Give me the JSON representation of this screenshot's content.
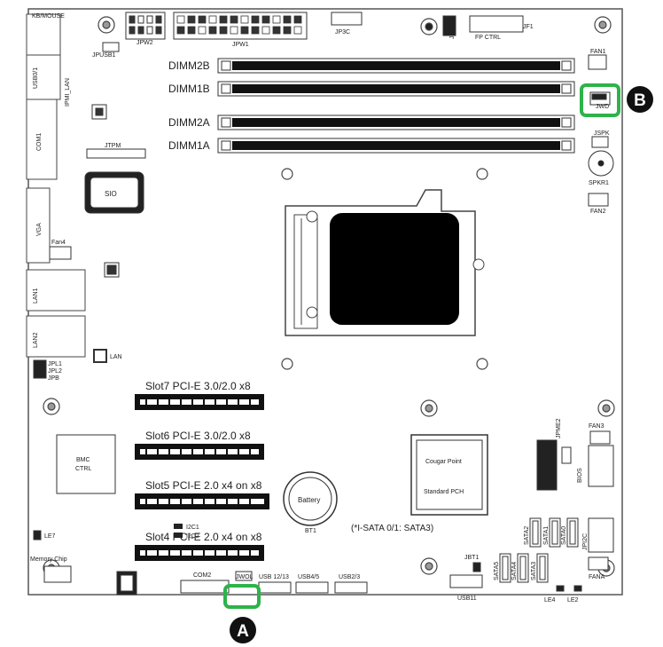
{
  "board_labels": {
    "kbmouse": "KB/MOUSE",
    "jpw2": "JPW2",
    "jpw1": "JPW1",
    "jp3c": "JP3C",
    "jled": "JLED",
    "jf1": "JF1",
    "jf1_hdr": "FP CTRL",
    "jpusb1": "JPUSB1",
    "usb01": "USB0/1",
    "ipmi_lan": "IPMI_LAN",
    "com1": "COM1",
    "jtpm": "JTPM",
    "sio": "SIO",
    "vga": "VGA",
    "fan4": "Fan4",
    "lan1": "LAN1",
    "lan2": "LAN2",
    "lan_chip": "LAN",
    "jpl1": "JPL1",
    "jpl2": "JPL2",
    "jpb": "JPB",
    "bmc": "BMC\nCTRL",
    "le7": "LE7",
    "memory_chip": "Memory Chip",
    "i2c1": "I2C1",
    "i2c2": "I2C2",
    "battery": "Battery",
    "bt1": "BT1",
    "com2": "COM2",
    "jwol": "JWOL",
    "usb1213": "USB 12/13",
    "usb45": "USB4/5",
    "usb23": "USB2/3",
    "pch_name": "Cougar Point",
    "pch_sub": "Standard PCH",
    "sata_note": "(*I-SATA 0/1: SATA3)",
    "jbt1": "JBT1",
    "usb11": "USB11",
    "fan1": "FAN1",
    "jwd": "JWD",
    "jspk": "JSPK",
    "spkr1": "SPKR1",
    "fan2": "FAN2",
    "fan3": "FAN3",
    "jpme2": "JPME2",
    "bios": "BIOS",
    "fana": "FANA",
    "le2": "LE2",
    "le4": "LE4",
    "jpi2c": "JPI2C"
  },
  "dimm_labels": [
    "DIMM2B",
    "DIMM1B",
    "DIMM2A",
    "DIMM1A"
  ],
  "pcie_slots": [
    "Slot7 PCI-E 3.0/2.0 x8",
    "Slot6 PCI-E 3.0/2.0 x8",
    "Slot5 PCI-E 2.0 x4 on x8",
    "Slot4 PCI-E 2.0 x4 on x8"
  ],
  "sata_ports": [
    "SATA0",
    "SATA1",
    "SATA2",
    "SATA3",
    "SATA4",
    "SATA5"
  ],
  "callouts": {
    "a": "A",
    "b": "B"
  },
  "colors": {
    "highlight": "#2db34a",
    "callout_bg": "#111111"
  }
}
